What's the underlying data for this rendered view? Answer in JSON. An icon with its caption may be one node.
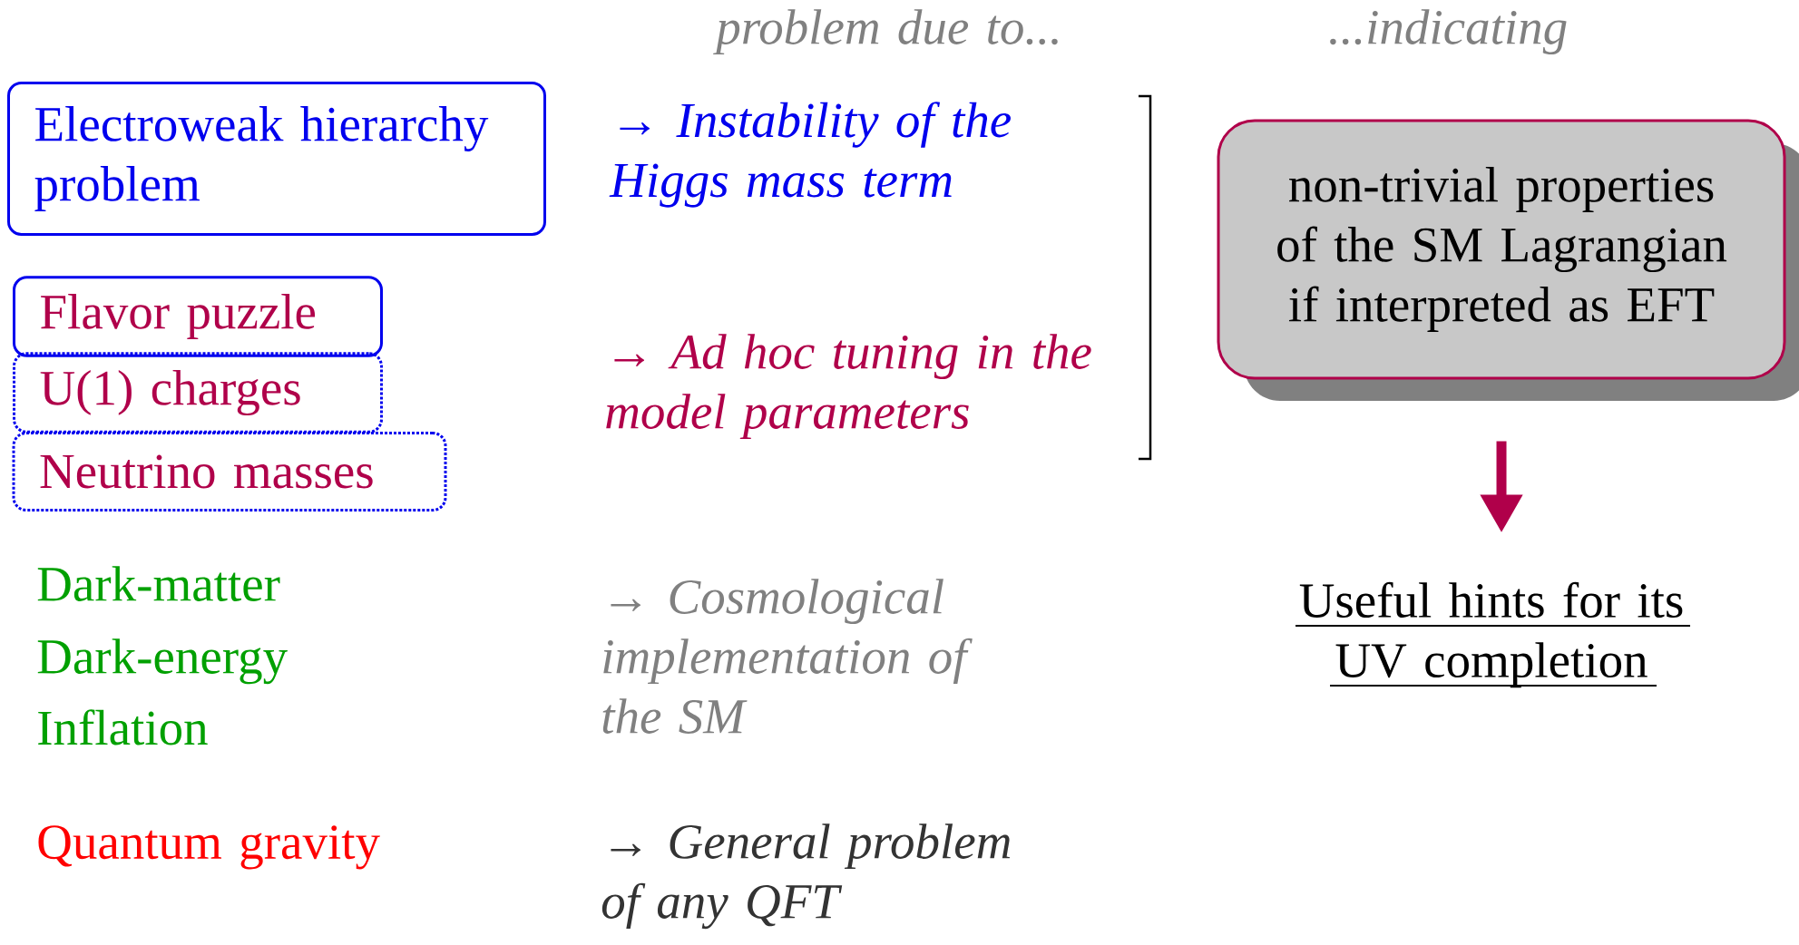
{
  "diagram": {
    "nodes": [
      {
        "text": [
          "Electroweak hierarchy problem"
        ]
      },
      {
        "text": [
          "Flavor puzzle"
        ]
      },
      {
        "text": [
          "U(1) charges"
        ]
      },
      {
        "text": [
          "Neutrino masses"
        ]
      },
      {
        "text": [
          "non-trivial properties of the SM Lagrangian if interpreted as EFT"
        ]
      },
      {
        "text": [
          "Useful hints for its UV completion"
        ]
      }
    ],
    "edges": [
      {
        "from": 4,
        "to": 5,
        "arrow": "to",
        "color": "#b0004a"
      }
    ],
    "labels": [
      "problem due to...",
      "...indicating",
      "→ Instability of the Higgs mass term",
      "→ Ad hoc tuning in the model parameters",
      "Dark-matter",
      "Dark-energy",
      "Inflation",
      "→ Cosmological implementation of the SM",
      "Quantum gravity",
      "→ General problem of any QFT"
    ]
  }
}
